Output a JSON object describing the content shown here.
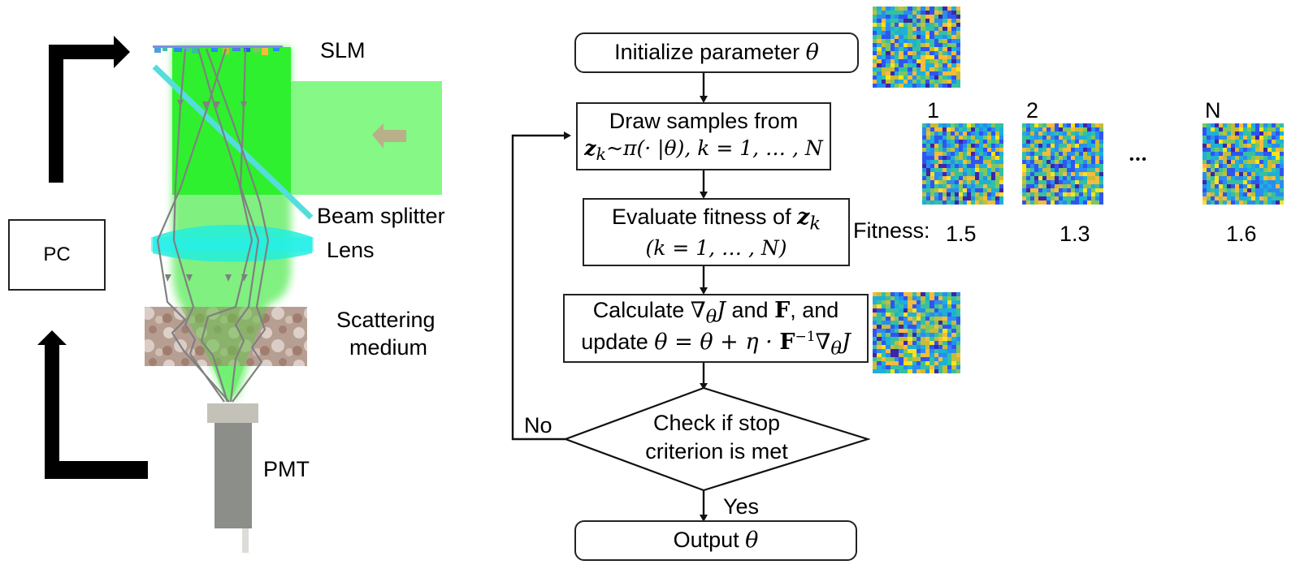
{
  "setup": {
    "slm_label": "SLM",
    "beam_splitter_label": "Beam splitter",
    "lens_label": "Lens",
    "scattering_label_line1": "Scattering",
    "scattering_label_line2": "medium",
    "pmt_label": "PMT",
    "pc_label": "PC",
    "colors": {
      "beam": "#33ee33",
      "beam_light": "#80f080",
      "splitter": "#55dddd",
      "lens": "#22eeee",
      "ray": "#808080",
      "medium": "#b09080",
      "pmt_body": "#8c8e8a",
      "pmt_cap": "#c4c2b8",
      "arrow": "#000000"
    }
  },
  "flowchart": {
    "init": {
      "text": "Initialize parameter ",
      "var": "θ"
    },
    "draw": {
      "line1": "Draw samples from",
      "line2": "z",
      "line2_sub": "k",
      "line2_rest": "~π(· |θ), k = 1, … , N"
    },
    "evaluate": {
      "line1": "Evaluate fitness of ",
      "var": "z",
      "sub": "k",
      "line2": "(k = 1, … , N)"
    },
    "calculate": {
      "line1_a": "Calculate ",
      "line1_b": "∇",
      "line1_sub": "θ",
      "line1_c": "J",
      "line1_d": " and ",
      "line1_e": "F",
      "line1_f": ", and",
      "line2_a": "update ",
      "line2_b": "θ = θ + η · ",
      "line2_c": "F",
      "line2_sup": "−1",
      "line2_d": "∇",
      "line2_sub": "θ",
      "line2_e": "J"
    },
    "check": {
      "line1": "Check if stop",
      "line2": "criterion is met"
    },
    "no_label": "No",
    "yes_label": "Yes",
    "output": {
      "text": "Output ",
      "var": "θ"
    }
  },
  "samples": {
    "labels": [
      "1",
      "2",
      "N"
    ],
    "ellipsis": "•••",
    "fitness_label": "Fitness:",
    "fitness_values": [
      "1.5",
      "1.3",
      "1.6"
    ]
  },
  "colormap": [
    "#3e26a8",
    "#2f55f0",
    "#2a8cf0",
    "#1db0d8",
    "#35c0a0",
    "#7fc65f",
    "#c6bc3a",
    "#f8ba3d",
    "#f9e31f"
  ]
}
